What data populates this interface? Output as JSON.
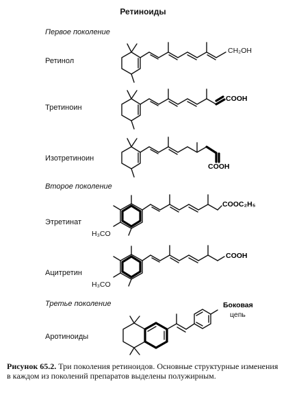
{
  "title": "Ретиноиды",
  "generations": {
    "first": "Первое поколение",
    "second": "Второе поколение",
    "third": "Третье поколение"
  },
  "compounds": {
    "retinol": "Ретинол",
    "tretinoin": "Третиноин",
    "isotretinoin": "Изотретиноин",
    "etretinate": "Этретинат",
    "acitretin": "Ацитретин",
    "arotinoids": "Аротиноиды"
  },
  "groups": {
    "ch2oh": "CH₂OH",
    "cooh": "COOH",
    "cooc2h5": "COOC₂H₅",
    "h3co": "H₃CO"
  },
  "side_chain_label_line1": "Боковая",
  "side_chain_label_line2": "цепь",
  "caption": {
    "figure": "Рисунок 65.2.",
    "text": "Три поколения ретиноидов. Основные структурные изменения в каждом из поколений препаратов выделены полужирным."
  }
}
